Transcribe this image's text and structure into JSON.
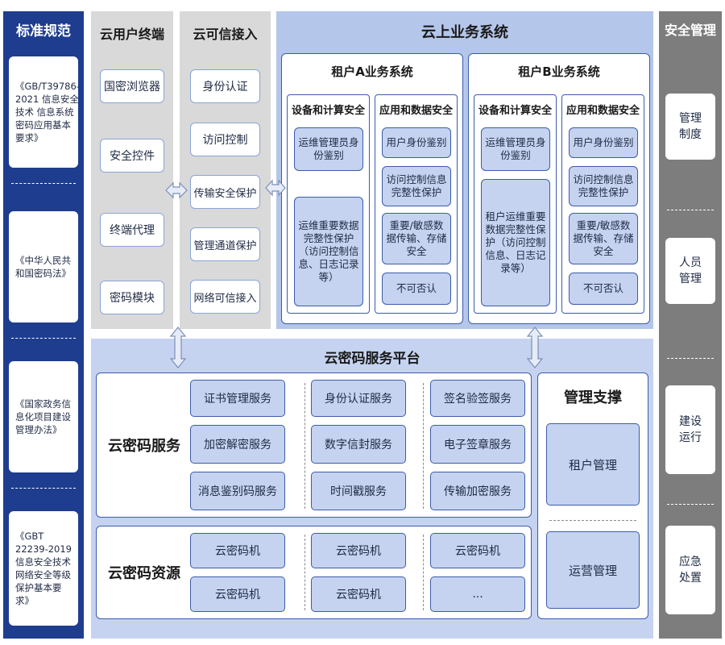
{
  "standards": {
    "title": "标准规范",
    "items": [
      "《GB/T39786-2021 信息安全技术 信息系统密码应用基本要求》",
      "《中华人民共和国密码法》",
      "《国家政务信息化项目建设管理办法》",
      "《GBT 22239-2019信息安全技术 网络安全等级保护基本要求》"
    ]
  },
  "security": {
    "title": "安全管理",
    "items": [
      "管理制度",
      "人员管理",
      "建设运行",
      "应急处置"
    ]
  },
  "terminal": {
    "title": "云用户终端",
    "items": [
      "国密浏览器",
      "安全控件",
      "终端代理",
      "密码模块"
    ]
  },
  "access": {
    "title": "云可信接入",
    "items": [
      "身份认证",
      "访问控制",
      "传输安全保护",
      "管理通道保护",
      "网络可信接入"
    ]
  },
  "business": {
    "title": "云上业务系统",
    "tenant_a": {
      "title": "租户A业务系统",
      "device": {
        "title": "设备和计算安全",
        "items": [
          "运维管理员身份鉴别",
          "运维重要数据完整性保护（访问控制信息、日志记录等）"
        ]
      },
      "app": {
        "title": "应用和数据安全",
        "items": [
          "用户身份鉴别",
          "访问控制信息完整性保护",
          "重要/敏感数据传输、存储安全",
          "不可否认"
        ]
      }
    },
    "tenant_b": {
      "title": "租户B业务系统",
      "device": {
        "title": "设备和计算安全",
        "items": [
          "运维管理员身份鉴别",
          "租户运维重要数据完整性保护（访问控制信息、日志记录等）"
        ]
      },
      "app": {
        "title": "应用和数据安全",
        "items": [
          "用户身份鉴别",
          "访问控制信息完整性保护",
          "重要/敏感数据传输、存储安全",
          "不可否认"
        ]
      }
    }
  },
  "platform": {
    "title": "云密码服务平台",
    "services": {
      "label": "云密码服务",
      "items": [
        "证书管理服务",
        "身份认证服务",
        "签名验签服务",
        "加密解密服务",
        "数字信封服务",
        "电子签章服务",
        "消息鉴别码服务",
        "时间戳服务",
        "传输加密服务"
      ]
    },
    "resources": {
      "label": "云密码资源",
      "items": [
        "云密码机",
        "云密码机",
        "云密码机",
        "云密码机",
        "云密码机",
        "..."
      ]
    },
    "support": {
      "title": "管理支撑",
      "items": [
        "租户管理",
        "运营管理"
      ]
    }
  },
  "colors": {
    "navy": "#1e3d8e",
    "grey": "#7d7d7d",
    "light_grey": "#d9d9d9",
    "light_blue": "#c5d3f0",
    "border_blue": "#3c5ca8"
  }
}
